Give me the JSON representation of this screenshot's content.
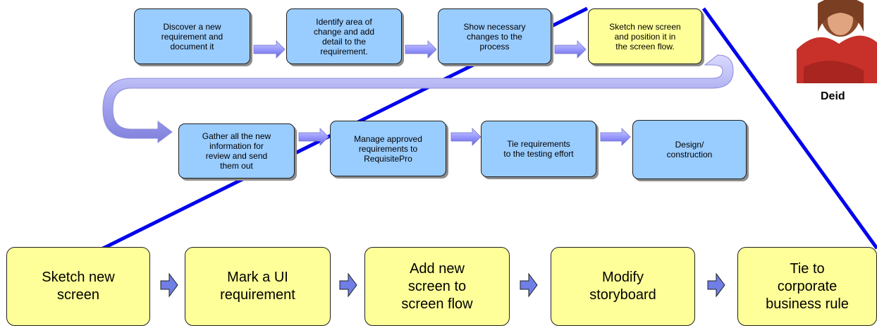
{
  "process_steps": [
    {
      "id": "step-discover",
      "text": "Discover a new\nrequirement and\ndocument it"
    },
    {
      "id": "step-identify",
      "text": "Identify area of\nchange and add\ndetail to the\nrequirement."
    },
    {
      "id": "step-show-changes",
      "text": "Show necessary\nchanges to the\nprocess"
    },
    {
      "id": "step-sketch-position",
      "text": "Sketch new screen\nand position it in\nthe screen flow."
    },
    {
      "id": "step-gather",
      "text": "Gather all the new\ninformation for\nreview and send\nthem out"
    },
    {
      "id": "step-manage",
      "text": "Manage approved\nrequirements to\nRequisitePro"
    },
    {
      "id": "step-tie-requirements",
      "text": "Tie  requirements\nto the testing effort"
    },
    {
      "id": "step-design",
      "text": "Design/\nconstruction"
    }
  ],
  "detail_steps": [
    {
      "id": "detail-sketch",
      "text": "Sketch new\nscreen"
    },
    {
      "id": "detail-mark",
      "text": "Mark a UI\nrequirement"
    },
    {
      "id": "detail-add-screen",
      "text": "Add new\nscreen to\nscreen flow"
    },
    {
      "id": "detail-modify",
      "text": "Modify\nstoryboard"
    },
    {
      "id": "detail-tie-rule",
      "text": "Tie to\ncorporate\nbusiness rule"
    }
  ],
  "person": {
    "name": "Deid"
  },
  "colors": {
    "process_box": "#99ccff",
    "highlight_box": "#ffff99",
    "arrow_fill": "#9999ff",
    "zoom_line": "#0000ee",
    "box_border": "#1f1f1f"
  },
  "icons": {
    "photo": "person-photo",
    "arrow": "right-arrow-icon",
    "connector": "u-turn-arrow"
  }
}
